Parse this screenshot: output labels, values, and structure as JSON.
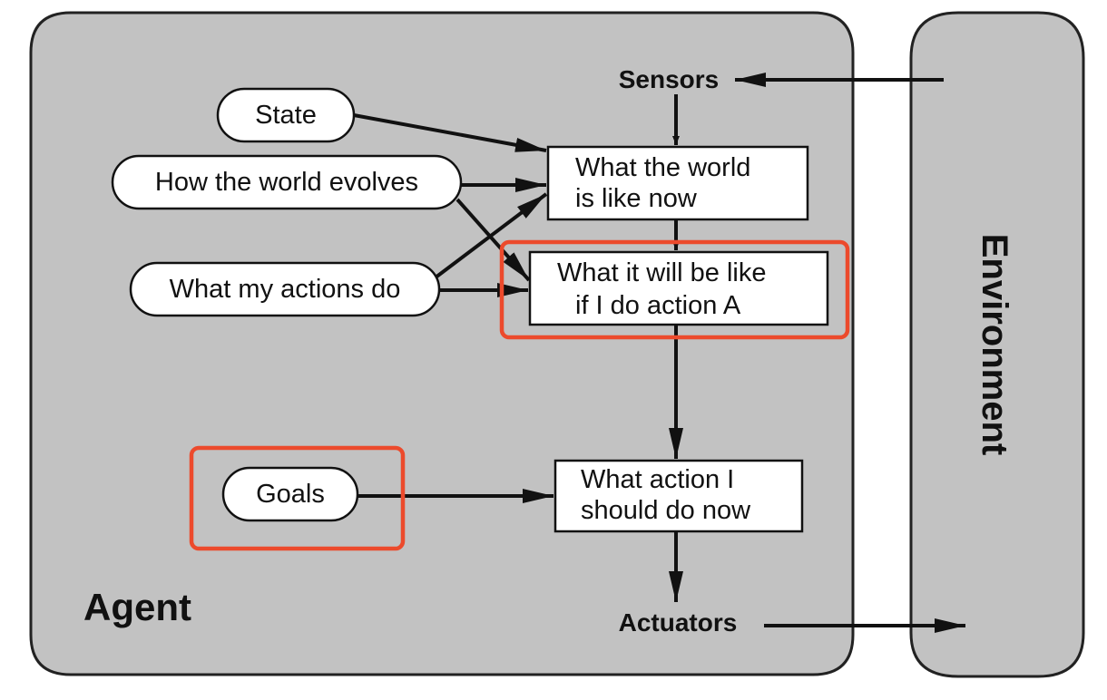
{
  "agent": {
    "label": "Agent"
  },
  "environment": {
    "label": "Environment"
  },
  "sensors": {
    "label": "Sensors"
  },
  "actuators": {
    "label": "Actuators"
  },
  "inputs": {
    "state": "State",
    "world_evolves": "How the world evolves",
    "actions_do": "What my actions do",
    "goals": "Goals"
  },
  "boxes": {
    "world_now": {
      "line1": "What the world",
      "line2": "is like now"
    },
    "will_be": {
      "line1": "What it will be like",
      "line2": "if I do action A"
    },
    "action_now": {
      "line1": "What action I",
      "line2": "should do now"
    }
  },
  "highlight_color": "#ec4a2c"
}
